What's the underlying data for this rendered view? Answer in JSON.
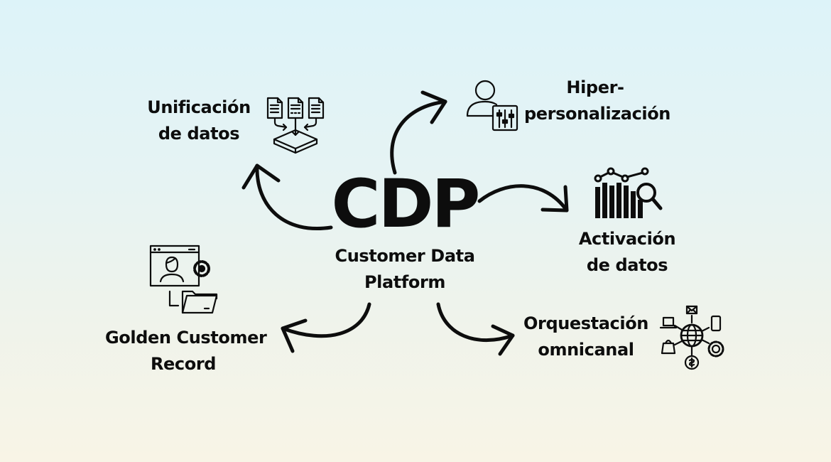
{
  "center": {
    "title": "CDP",
    "subtitle_line1": "Customer Data",
    "subtitle_line2": "Platform"
  },
  "nodes": [
    {
      "id": "unificacion",
      "line1": "Unificación",
      "line2": "de datos",
      "icon": "documents-merge-icon"
    },
    {
      "id": "hiper",
      "line1": "Hiper-",
      "line2": "personalización",
      "icon": "user-settings-sliders-icon"
    },
    {
      "id": "activacion",
      "line1": "Activación",
      "line2": "de datos",
      "icon": "chart-analytics-search-icon"
    },
    {
      "id": "orquestacion",
      "line1": "Orquestación",
      "line2": "omnicanal",
      "icon": "omnichannel-globe-icon"
    },
    {
      "id": "golden",
      "line1": "Golden Customer",
      "line2": "Record",
      "icon": "customer-profile-folder-icon"
    }
  ],
  "colors": {
    "background_top": "#ddf3f9",
    "background_bottom": "#f8f4e6",
    "ink": "#0d0d0d"
  }
}
